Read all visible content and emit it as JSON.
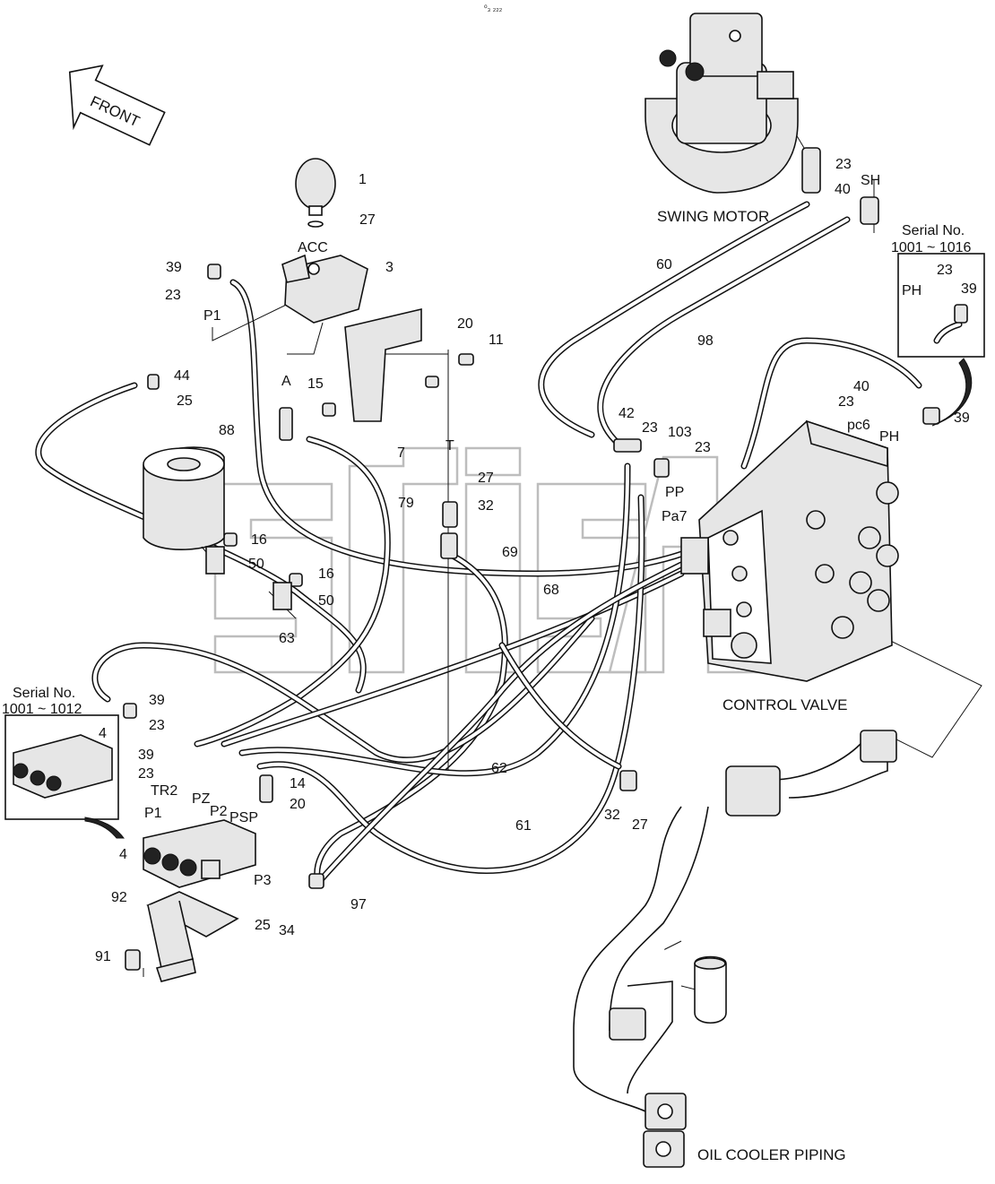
{
  "header": {
    "mark": "⁰₃ ₂₂₂"
  },
  "front": {
    "label": "FRONT"
  },
  "watermark": {
    "text": "efish"
  },
  "components": {
    "swing_motor": "SWING MOTOR",
    "control_valve": "CONTROL VALVE",
    "oil_cooler": "OIL COOLER PIPING"
  },
  "serial_boxes": [
    {
      "title": "Serial No.",
      "range": "1001 ~ 1016",
      "ports": [
        "PH"
      ],
      "parts": [
        "23",
        "39"
      ]
    },
    {
      "title": "Serial No.",
      "range": "1001 ~ 1012",
      "parts": [
        "4"
      ]
    }
  ],
  "ports": [
    "ACC",
    "P1",
    "A",
    "T",
    "SH",
    "PH",
    "pc6",
    "PP",
    "Pa7",
    "TR2",
    "PZ",
    "P2",
    "PSP",
    "P3",
    "P1"
  ],
  "callouts": [
    "1",
    "27",
    "3",
    "39",
    "23",
    "20",
    "11",
    "15",
    "7",
    "44",
    "25",
    "88",
    "27",
    "32",
    "79",
    "69",
    "16",
    "50",
    "16",
    "50",
    "63",
    "68",
    "60",
    "98",
    "42",
    "23",
    "103",
    "23",
    "40",
    "23",
    "39",
    "62",
    "61",
    "32",
    "27",
    "97",
    "25",
    "34",
    "14",
    "20",
    "92",
    "91",
    "4",
    "39",
    "23",
    "39",
    "23",
    "40",
    "23"
  ]
}
